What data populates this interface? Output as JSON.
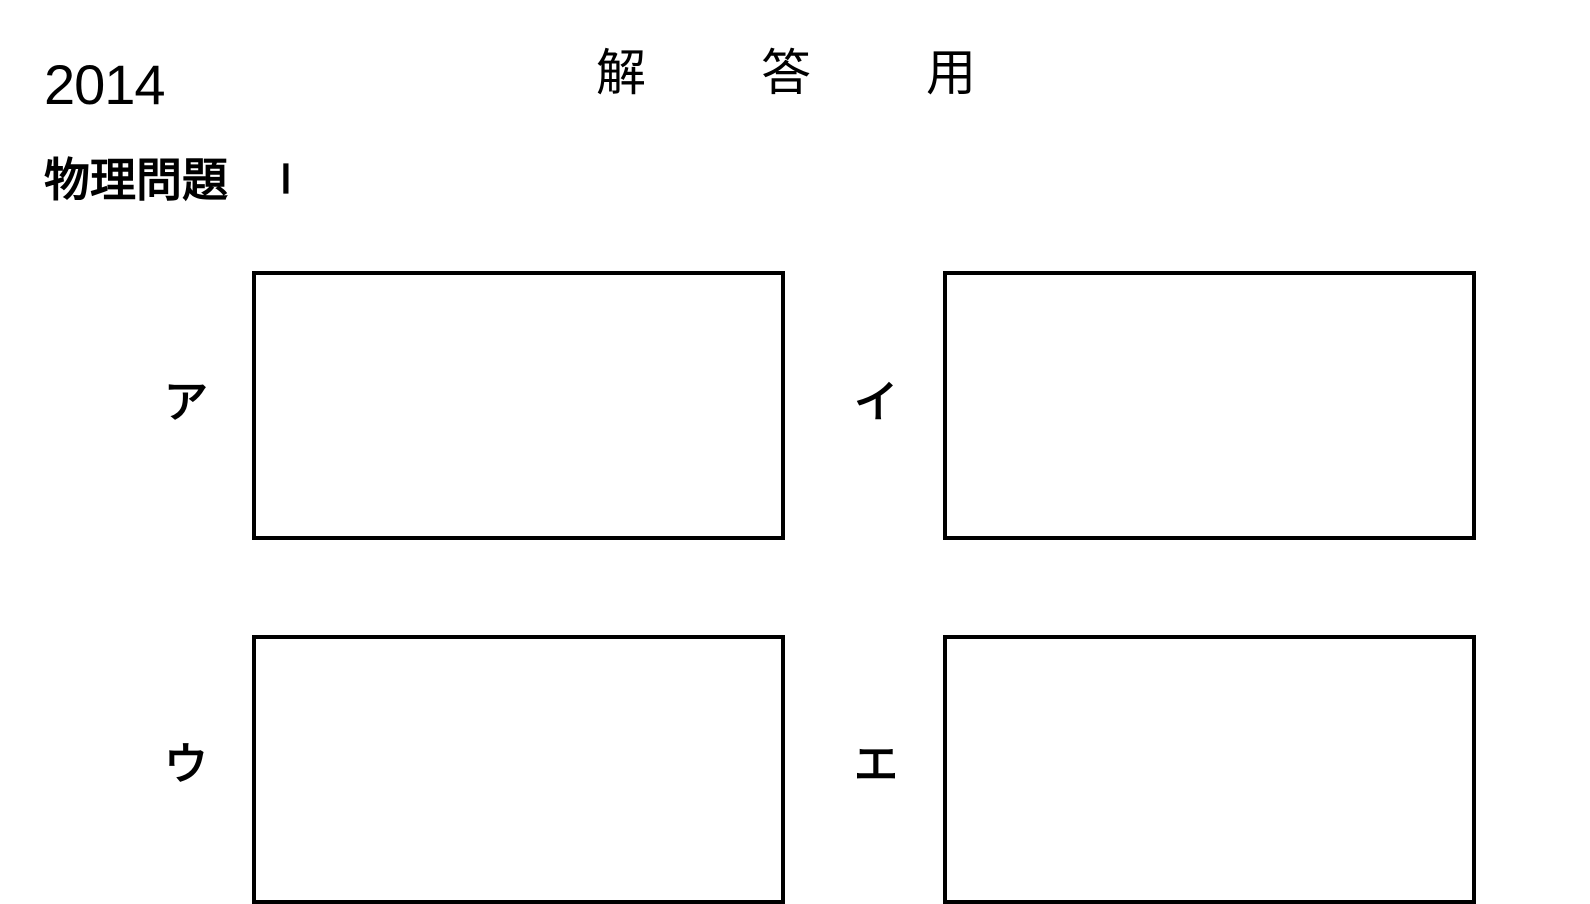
{
  "header": {
    "year": "2014",
    "title_chars": [
      "解",
      "答",
      "用"
    ]
  },
  "section": {
    "subject": "物理問題",
    "number": "Ⅰ"
  },
  "answer_fields": [
    {
      "label": "ア",
      "value": ""
    },
    {
      "label": "イ",
      "value": ""
    },
    {
      "label": "ウ",
      "value": ""
    },
    {
      "label": "エ",
      "value": ""
    }
  ],
  "colors": {
    "border": "#000000",
    "background": "#ffffff",
    "text": "#000000"
  }
}
